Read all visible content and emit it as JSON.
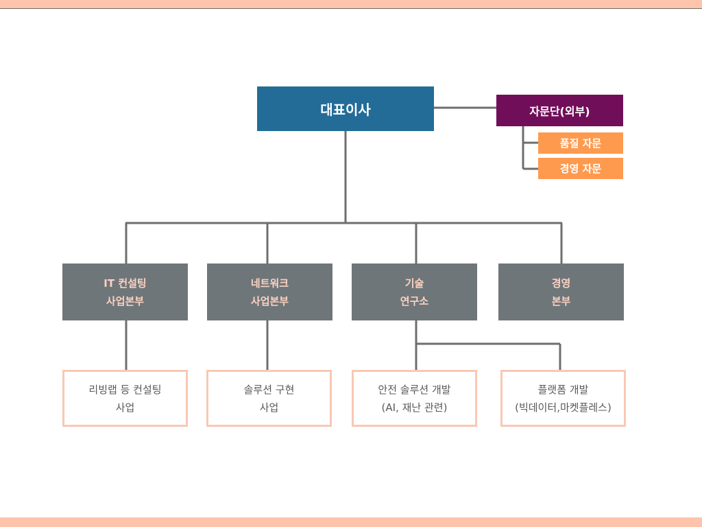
{
  "org": {
    "ceo": "대표이사",
    "advisory": {
      "title": "자문단(외부)",
      "items": [
        "품질 자문",
        "경영 자문"
      ]
    },
    "divisions": [
      "IT 컨설팅\n사업본부",
      "네트워크\n사업본부",
      "기술\n연구소",
      "경영\n본부"
    ],
    "tasks": [
      "리빙랩 등 컨설팅\n사업",
      "솔루션 구현\n사업",
      "안전 솔루션 개발\n(AI, 재난 관련)",
      "플랫폼 개발\n(빅데이터,마켓플레스)"
    ]
  },
  "colors": {
    "band": "#fdc4ab",
    "ceo": "#236c98",
    "advisory": "#710e59",
    "sub_advisory": "#fe9a4e",
    "division": "#6f767a",
    "division_text": "#fbd2c0",
    "task_border": "#f9c8b3",
    "connector": "#6e6e6e"
  }
}
